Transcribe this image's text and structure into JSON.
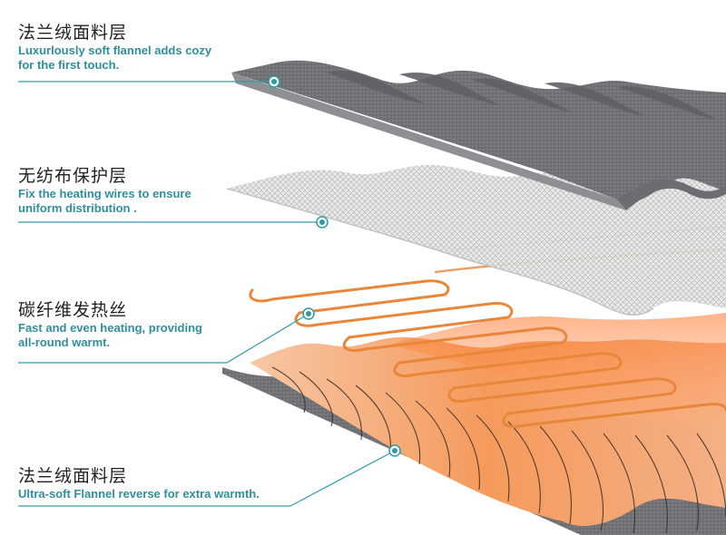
{
  "layers": [
    {
      "title": "法兰绒面料层",
      "desc": "Luxurlously soft flannel adds cozy\nfor the first touch."
    },
    {
      "title": "无纺布保护层",
      "desc": "Fix the heating wires to ensure\nuniform distribution ."
    },
    {
      "title": "碳纤维发热丝",
      "desc": "Fast and even heating, providing\nall-round warmt."
    },
    {
      "title": "法兰绒面料层",
      "desc": "Ultra-soft Flannel reverse for extra warmth."
    }
  ],
  "colors": {
    "accent": "#2f9aa6",
    "flannel": "#6e7073",
    "wire": "#e8873a"
  }
}
